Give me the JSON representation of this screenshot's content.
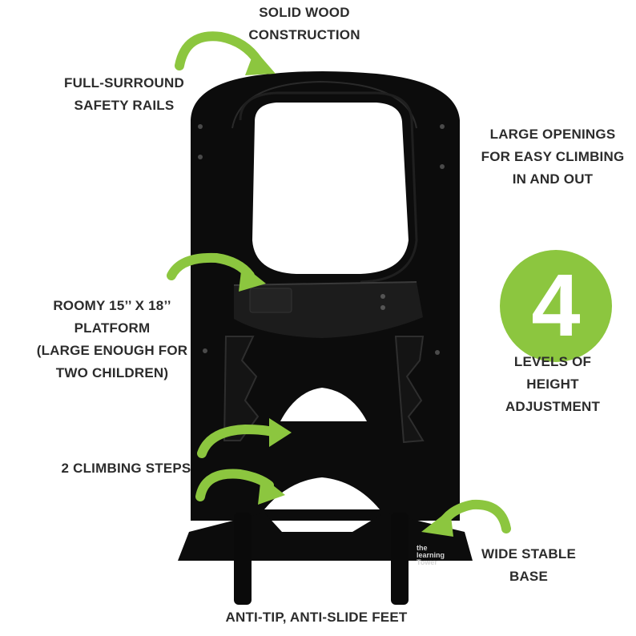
{
  "image": {
    "kind": "product-photo",
    "subject": "black wooden kitchen learning tower with callouts",
    "accent_color": "#8cc63f",
    "text_color": "#2c2c2c",
    "product_color": "#0c0c0c"
  },
  "labels": {
    "solid_wood": [
      "SOLID WOOD",
      "CONSTRUCTION"
    ],
    "safety_rails": [
      "FULL-SURROUND",
      "SAFETY RAILS"
    ],
    "large_openings": [
      "LARGE OPENINGS",
      "FOR EASY CLIMBING",
      "IN AND OUT"
    ],
    "platform": [
      "ROOMY 15’’ X 18’’",
      "PLATFORM",
      "(LARGE ENOUGH FOR",
      "TWO CHILDREN)"
    ],
    "height_levels": {
      "number": "4",
      "lines": [
        "LEVELS OF",
        "HEIGHT",
        "ADJUSTMENT"
      ]
    },
    "climbing_steps": [
      "2 CLIMBING STEPS"
    ],
    "wide_base": [
      "WIDE STABLE",
      "BASE"
    ],
    "feet": [
      "ANTI-TIP, ANTI-SLIDE FEET"
    ]
  },
  "brand": {
    "lines": [
      "the",
      "learning",
      "Tower"
    ]
  },
  "arrows": {
    "color": "#8cc63f",
    "icon": "curved-arrow-icon"
  }
}
